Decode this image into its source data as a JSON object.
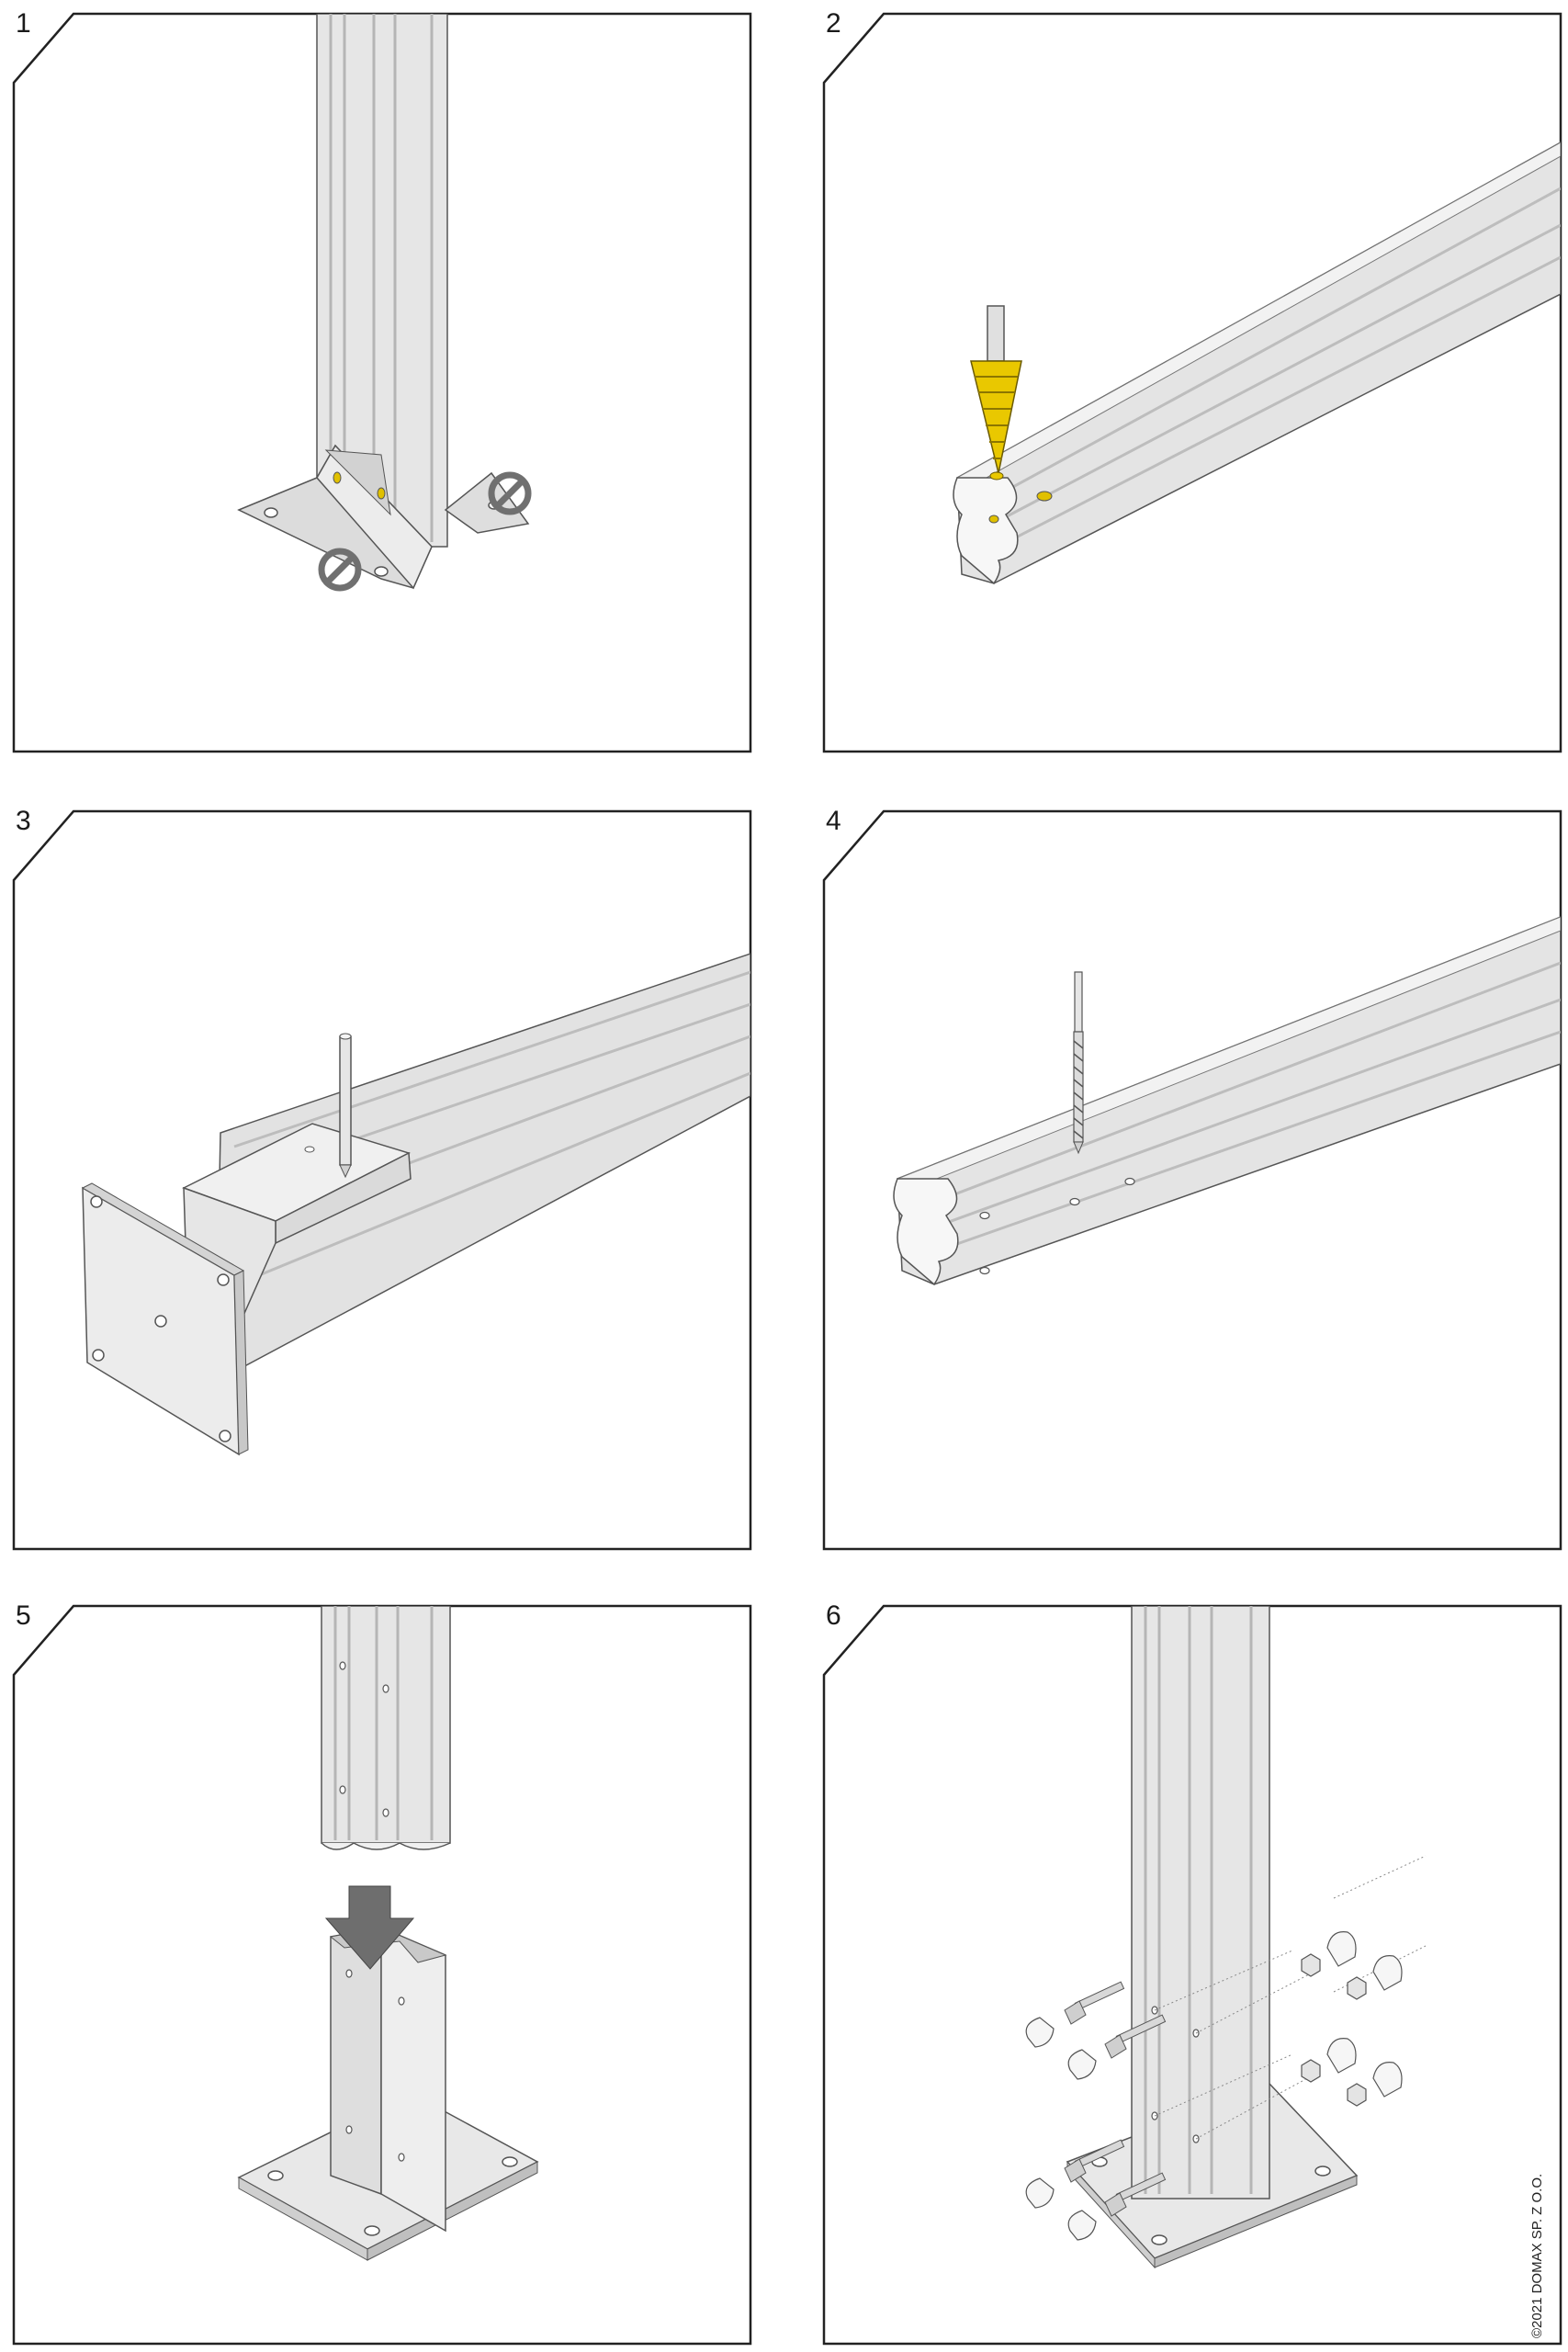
{
  "document": {
    "title": "",
    "steps": [
      {
        "number": "1",
        "illustration": "vertical fence post on angled mounting bracket with two crossed-out circle symbols"
      },
      {
        "number": "2",
        "illustration": "horizontal profile with yellow step drill bit drilling a hole"
      },
      {
        "number": "3",
        "illustration": "horizontal profile inserted into square wall plate bracket with drill guide pin"
      },
      {
        "number": "4",
        "illustration": "horizontal profile with twist drill bit above pre-drilled holes"
      },
      {
        "number": "5",
        "illustration": "vertical post lowered into base plate socket, arrow pointing down"
      },
      {
        "number": "6",
        "illustration": "post in base socket with bolts, nuts and cap nuts in exploded view"
      }
    ],
    "copyright": "©2021  DOMAX SP. Z O.O."
  },
  "colors": {
    "frame": "#222222",
    "metal_light": "#e8e8e8",
    "metal_mid": "#cfcfcf",
    "metal_dark": "#a8a8a8",
    "outline": "#555555",
    "drill_yellow": "#e9c800",
    "symbol_gray": "#707070",
    "arrow_gray": "#6e6e6e"
  }
}
